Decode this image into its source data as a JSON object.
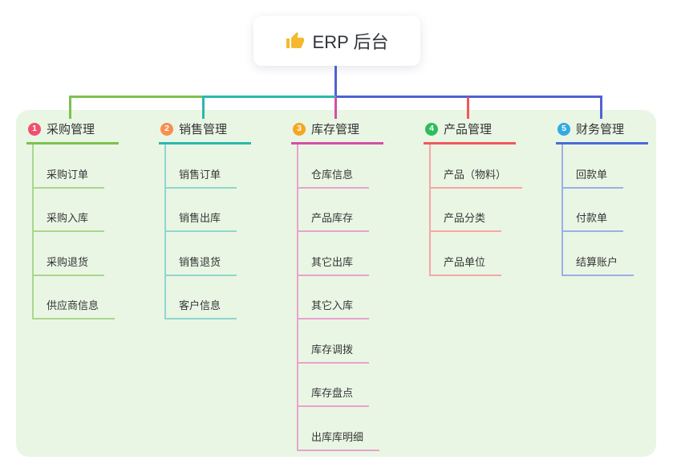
{
  "root": {
    "icon": "thumbs-up",
    "label": "ERP 后台"
  },
  "canvas": {
    "background": "#ffffff",
    "panel_background": "#e9f6e4",
    "trunk_color": "#4f63d2",
    "thumb_color": "#f5b82e"
  },
  "branches": [
    {
      "num": "1",
      "label": "采购管理",
      "badge_color": "#f0506e",
      "line_color": "#7cc24e",
      "child_line_color": "#a9d78d",
      "children": [
        "采购订单",
        "采购入库",
        "采购退货",
        "供应商信息"
      ]
    },
    {
      "num": "2",
      "label": "销售管理",
      "badge_color": "#f98e4f",
      "line_color": "#2cb8ac",
      "child_line_color": "#8fd6cf",
      "children": [
        "销售订单",
        "销售出库",
        "销售退货",
        "客户信息"
      ]
    },
    {
      "num": "3",
      "label": "库存管理",
      "badge_color": "#f5a623",
      "line_color": "#d44fa4",
      "child_line_color": "#e9a3cd",
      "children": [
        "仓库信息",
        "产品库存",
        "其它出库",
        "其它入库",
        "库存调拨",
        "库存盘点",
        "出库库明细"
      ]
    },
    {
      "num": "4",
      "label": "产品管理",
      "badge_color": "#2fbc5e",
      "line_color": "#f2575b",
      "child_line_color": "#f8a6a3",
      "children": [
        "产品（物料）",
        "产品分类",
        "产品单位"
      ]
    },
    {
      "num": "5",
      "label": "财务管理",
      "badge_color": "#34aae2",
      "line_color": "#4a6bd8",
      "child_line_color": "#9cb0e4",
      "children": [
        "回款单",
        "付款单",
        "结算账户"
      ]
    }
  ]
}
